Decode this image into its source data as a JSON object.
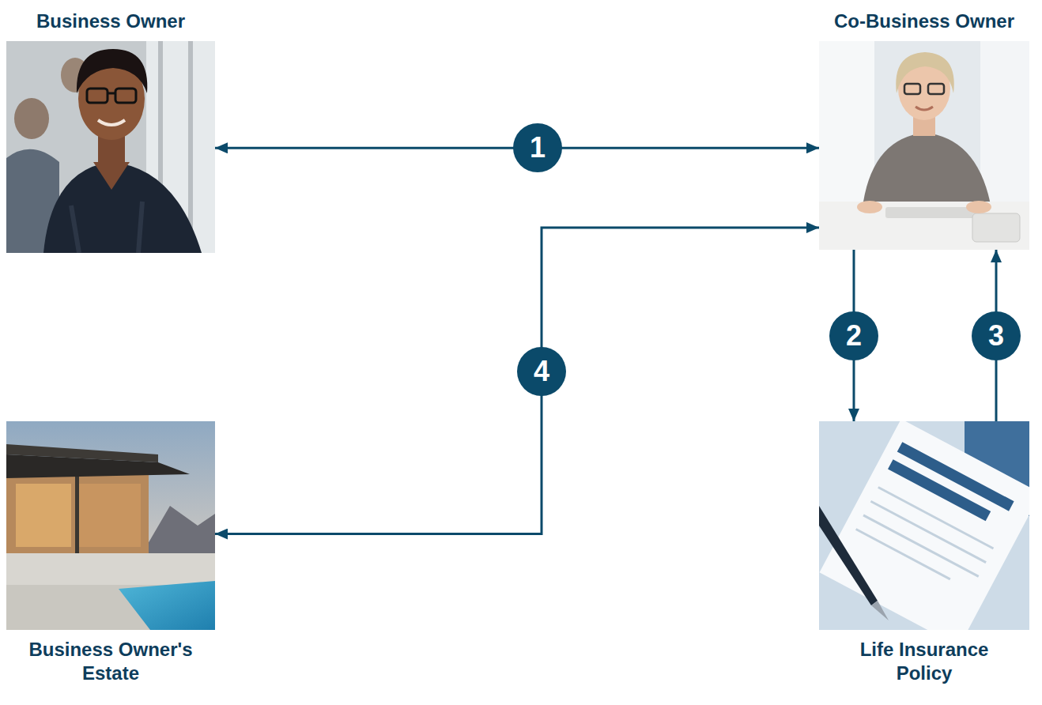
{
  "diagram": {
    "nodes": [
      {
        "text": [
          "Business Owner"
        ]
      },
      {
        "text": [
          "Co-Business Owner"
        ]
      },
      {
        "text": [
          "Business Owner's Estate"
        ]
      },
      {
        "text": [
          "Life Insurance Policy"
        ]
      }
    ],
    "edges": [
      {
        "from": 0,
        "to": 1,
        "arrow": "both",
        "label": "1"
      },
      {
        "from": 1,
        "to": 3,
        "arrow": "to",
        "label": "2"
      },
      {
        "from": 3,
        "to": 1,
        "arrow": "to",
        "label": "3"
      },
      {
        "from": 2,
        "to": 1,
        "arrow": "both",
        "label": "4"
      }
    ]
  }
}
